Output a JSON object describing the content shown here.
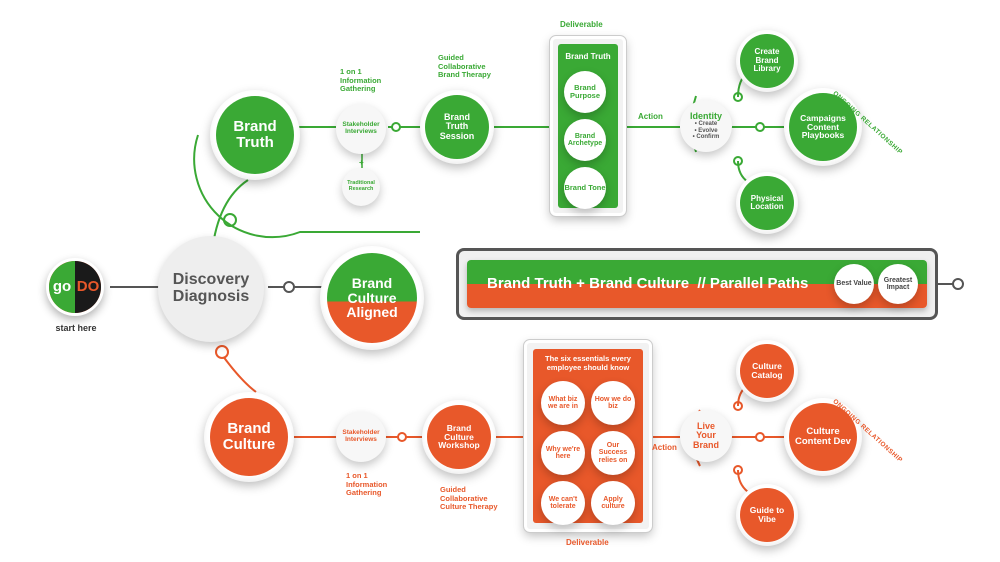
{
  "colors": {
    "green": "#3aa935",
    "orange": "#e8582a",
    "dark": "#3a3a3a",
    "gray": "#eeeeee"
  },
  "start": {
    "go": "go",
    "do": "DO",
    "caption": "start here"
  },
  "discovery": {
    "label": "Discovery Diagnosis"
  },
  "aligned": {
    "line1": "Brand",
    "line2": "Culture",
    "line3": "Aligned"
  },
  "banner": {
    "text": "Brand Truth + Brand Culture  // Parallel Paths",
    "badge1": "Best Value",
    "badge2": "Greatest Impact"
  },
  "truth": {
    "title": "Brand Truth",
    "gathering": "1 on 1 Information Gathering",
    "stakeholder": "Stakeholder Interviews",
    "plus": "+",
    "traditional": "Traditional Research",
    "therapy": "Guided Collaborative Brand Therapy",
    "session": "Brand Truth Session",
    "deliverable": "Deliverable",
    "panel_header": "Brand Truth",
    "panel_items": [
      "Brand Purpose",
      "Brand Archetype",
      "Brand Tone"
    ],
    "action": "Action",
    "identity": {
      "title": "Identity",
      "items": [
        "• Create",
        "• Evolve",
        "• Confirm"
      ]
    },
    "library": "Create Brand Library",
    "campaigns": "Campaigns Content Playbooks",
    "physical": "Physical Location",
    "ongoing": "ONGOING RELATIONSHIP"
  },
  "culture": {
    "title": "Brand Culture",
    "stakeholder": "Stakeholder Interviews",
    "gathering": "1 on 1 Information Gathering",
    "workshop": "Brand Culture Workshop",
    "therapy": "Guided Collaborative Culture Therapy",
    "deliverable": "Deliverable",
    "panel_header": "The six essentials every employee should know",
    "panel_items": [
      "What biz we are in",
      "How we do biz",
      "Why we're here",
      "Our Success relies on",
      "We can't tolerate",
      "Apply culture"
    ],
    "action": "Action",
    "live": "Live Your Brand",
    "catalog": "Culture Catalog",
    "content": "Culture Content Dev",
    "vibe": "Guide to Vibe",
    "ongoing": "ONGOING RELATIONSHIP"
  }
}
